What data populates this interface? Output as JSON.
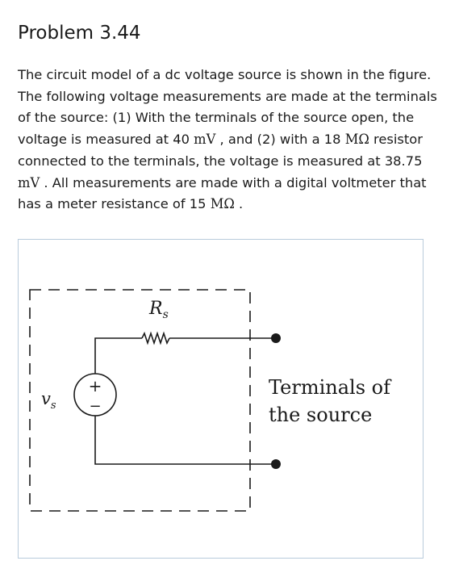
{
  "problem": {
    "title": "Problem 3.44",
    "text_before_1": "The circuit model of a dc voltage source is shown in the figure. The following voltage measurements are made at the terminals of the source: (1) With the terminals of the source open, the voltage is measured at 40 ",
    "unit_1": "mV",
    "text_before_2": " , and (2) with a 18 ",
    "unit_2": "MΩ",
    "text_before_3": " resistor connected to the terminals, the voltage is measured at 38.75 ",
    "unit_3": "mV",
    "text_before_4": " . All measurements are made with a digital voltmeter that has a meter resistance of 15 ",
    "unit_4": "MΩ",
    "text_end": " ."
  },
  "figure": {
    "resistor_label_main": "R",
    "resistor_label_sub": "s",
    "source_label_main": "v",
    "source_label_sub": "s",
    "plus_sign": "+",
    "minus_sign": "−",
    "terminals_line1": "Terminals of",
    "terminals_line2": "the source",
    "colors": {
      "wire": "#1a1a1a",
      "frame_border": "#b9cbdc"
    }
  }
}
